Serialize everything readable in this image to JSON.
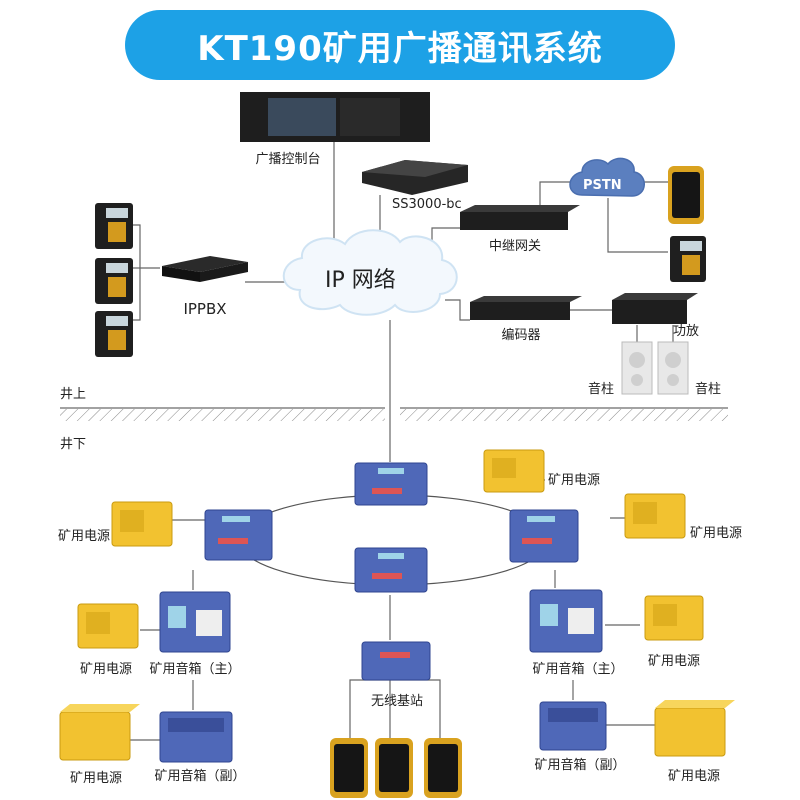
{
  "title": "KT190矿用广播通讯系统",
  "labels": {
    "console": "广播控制台",
    "ss3000": "SS3000-bc",
    "pstn": "PSTN",
    "relay_gateway": "中继网关",
    "ip_network": "IP 网络",
    "ippbx": "IPPBX",
    "encoder": "编码器",
    "amplifier": "功放",
    "speaker_left": "音柱",
    "speaker_right": "音柱",
    "above_ground": "井上",
    "below_ground": "井下",
    "power_top_right": "矿用电源",
    "power_left": "矿用电源",
    "power_right": "矿用电源",
    "power_mid_left": "矿用电源",
    "power_mid_right": "矿用电源",
    "power_bottom_left": "矿用电源",
    "power_bottom_right": "矿用电源",
    "speaker_main_left": "矿用音箱（主）",
    "speaker_main_right": "矿用音箱（主）",
    "speaker_sub_left": "矿用音箱（副）",
    "speaker_sub_right": "矿用音箱（副）",
    "wireless_base": "无线基站"
  },
  "colors": {
    "title_bg": "#1da1e6",
    "device_blue": "#4f68b8",
    "device_yellow": "#f2c230",
    "rack_black": "#1e1e1e",
    "cloud_fill": "#f3f8fd"
  }
}
